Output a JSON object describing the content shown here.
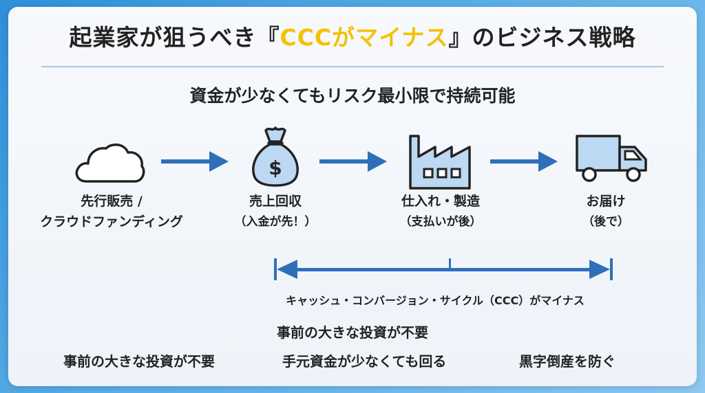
{
  "title": {
    "before": "起業家が狙うべき『",
    "highlight": "CCCがマイナス",
    "after": "』のビジネス戦略"
  },
  "subtitle": "資金が少なくてもリスク最小限で持続可能",
  "steps": [
    {
      "icon": "cloud-icon",
      "line1": "先行販売 /",
      "line2": "クラウドファンディング"
    },
    {
      "icon": "money-bag-icon",
      "line1": "売上回収",
      "line2": "（入金が先！）"
    },
    {
      "icon": "factory-icon",
      "line1": "仕入れ・製造",
      "line2": "（支払いが後）"
    },
    {
      "icon": "truck-icon",
      "line1": "お届け",
      "line2": "（後で）"
    }
  ],
  "ccc_label": "キャッシュ・コンバージョン・サイクル（CCC）がマイナス",
  "benefit_top": "事前の大きな投資が不要",
  "benefits": [
    "事前の大きな投資が不要",
    "手元資金が少なくても回る",
    "黒字倒産を防ぐ"
  ],
  "colors": {
    "accent": "#2f6fba",
    "highlight": "#f2c200",
    "icon_fill": "#bcd8f2"
  }
}
